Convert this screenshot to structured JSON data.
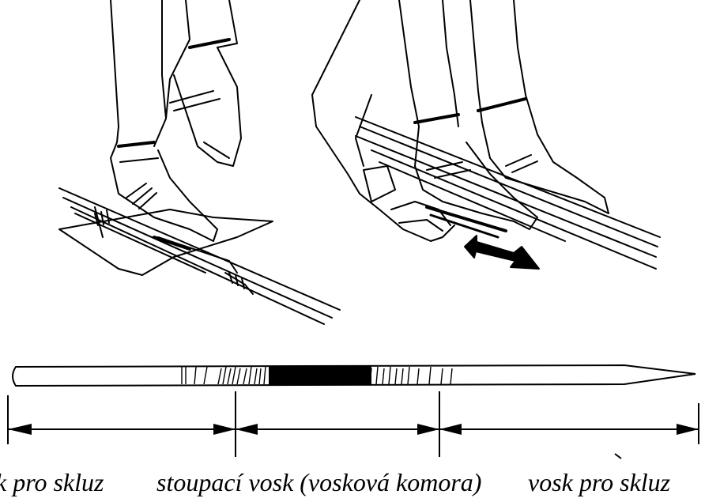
{
  "diagram": {
    "zones": [
      {
        "id": "glide-tail",
        "label": "k pro skluz"
      },
      {
        "id": "grip-kick",
        "label": "stoupací vosk (vosková komora)"
      },
      {
        "id": "glide-tip",
        "label": "vosk pro skluz"
      }
    ],
    "colors": {
      "ink": "#000000",
      "paper": "#ffffff"
    },
    "icons": {
      "left": "waxing-boots-on-ski-illustration",
      "right": "hand-rubbing-wax-illustration",
      "arrow": "rub-direction-arrow-icon"
    }
  }
}
